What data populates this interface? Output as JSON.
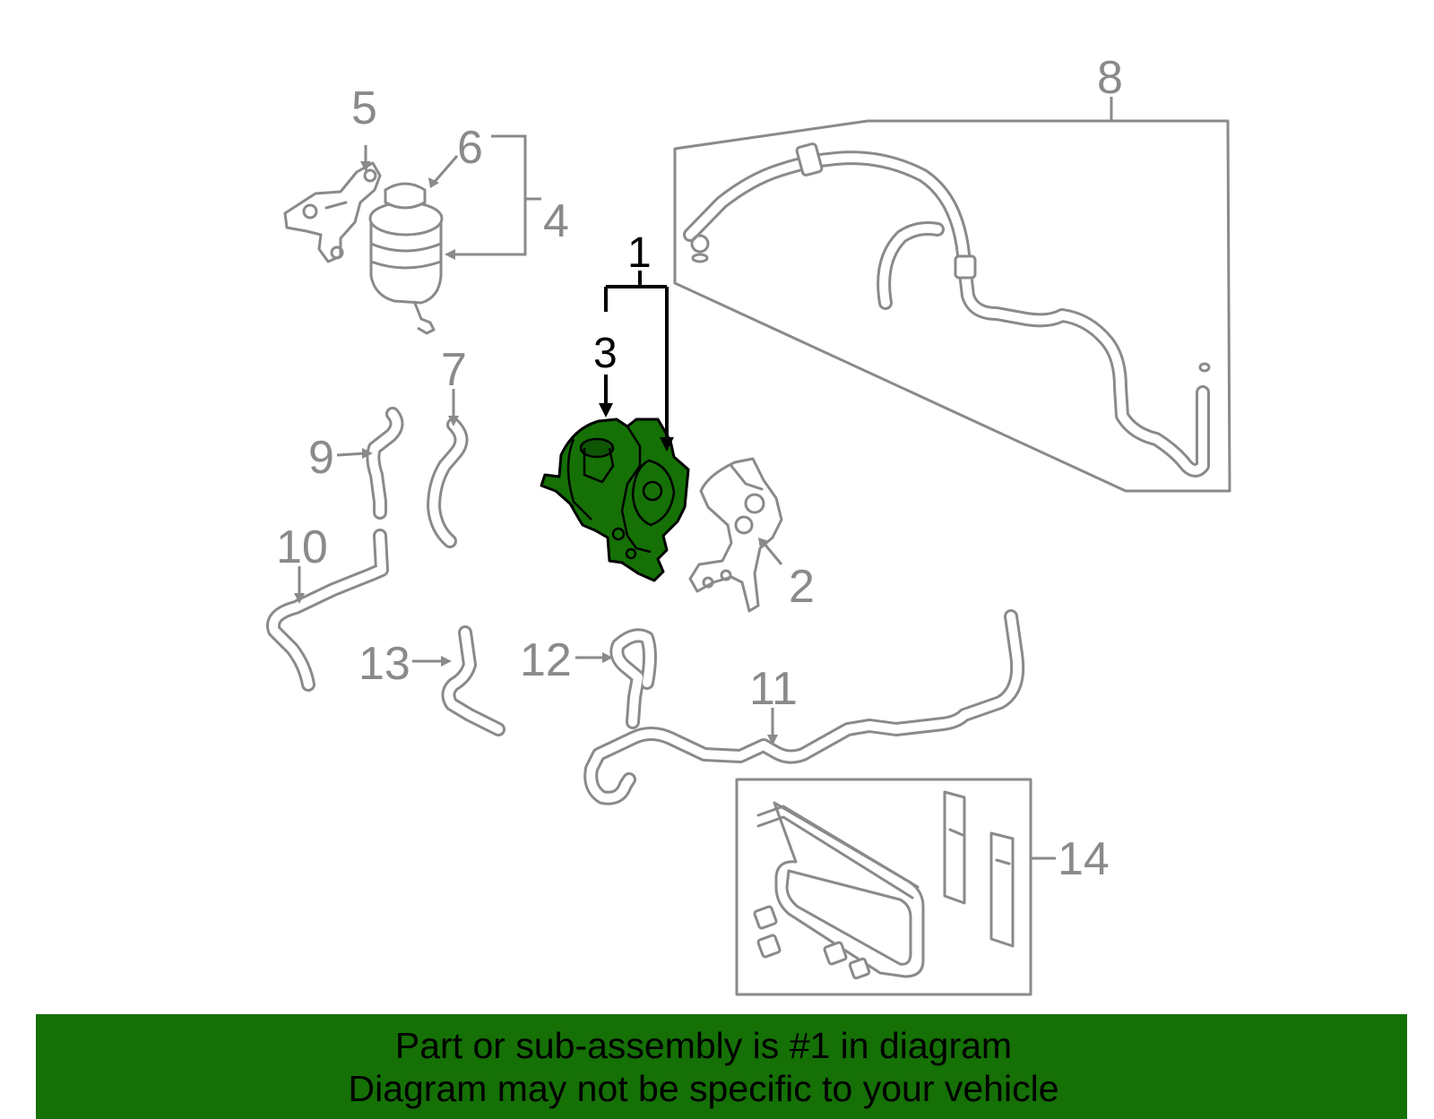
{
  "callouts": {
    "c1": "1",
    "c2": "2",
    "c3": "3",
    "c4": "4",
    "c5": "5",
    "c6": "6",
    "c7": "7",
    "c8": "8",
    "c9": "9",
    "c10": "10",
    "c11": "11",
    "c12": "12",
    "c13": "13",
    "c14": "14"
  },
  "highlighted_part": "1",
  "colors": {
    "highlight": "#157006",
    "banner": "#157006",
    "line_art": "#8a8a8a"
  },
  "banner": {
    "line1": "Part or sub-assembly is #1 in diagram",
    "line2": "Diagram may not be specific to your vehicle"
  }
}
